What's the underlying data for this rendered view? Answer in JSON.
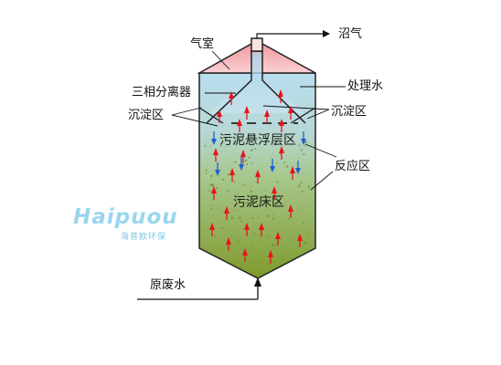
{
  "labels": {
    "biogas": "沼气",
    "gas_chamber": "气室",
    "three_phase_separator": "三相分离器",
    "treated_water": "处理水",
    "settling_zone_left": "沉淀区",
    "settling_zone_right": "沉淀区",
    "sludge_suspension_layer": "污泥悬浮层区",
    "reaction_zone": "反应区",
    "sludge_bed_zone": "污泥床区",
    "raw_wastewater": "原废水"
  },
  "watermark": {
    "brand": "Haipuou",
    "subtitle": "海普欧环保"
  },
  "colors": {
    "outline": "#222222",
    "gas_cap": "#f1a4a8",
    "water_top": "#b7dcef",
    "sludge_bottom": "#7f9a2c",
    "upward_bubble": "#e8141e",
    "downward_flow": "#1f5fd6",
    "watermark": "#8fd2ec"
  }
}
